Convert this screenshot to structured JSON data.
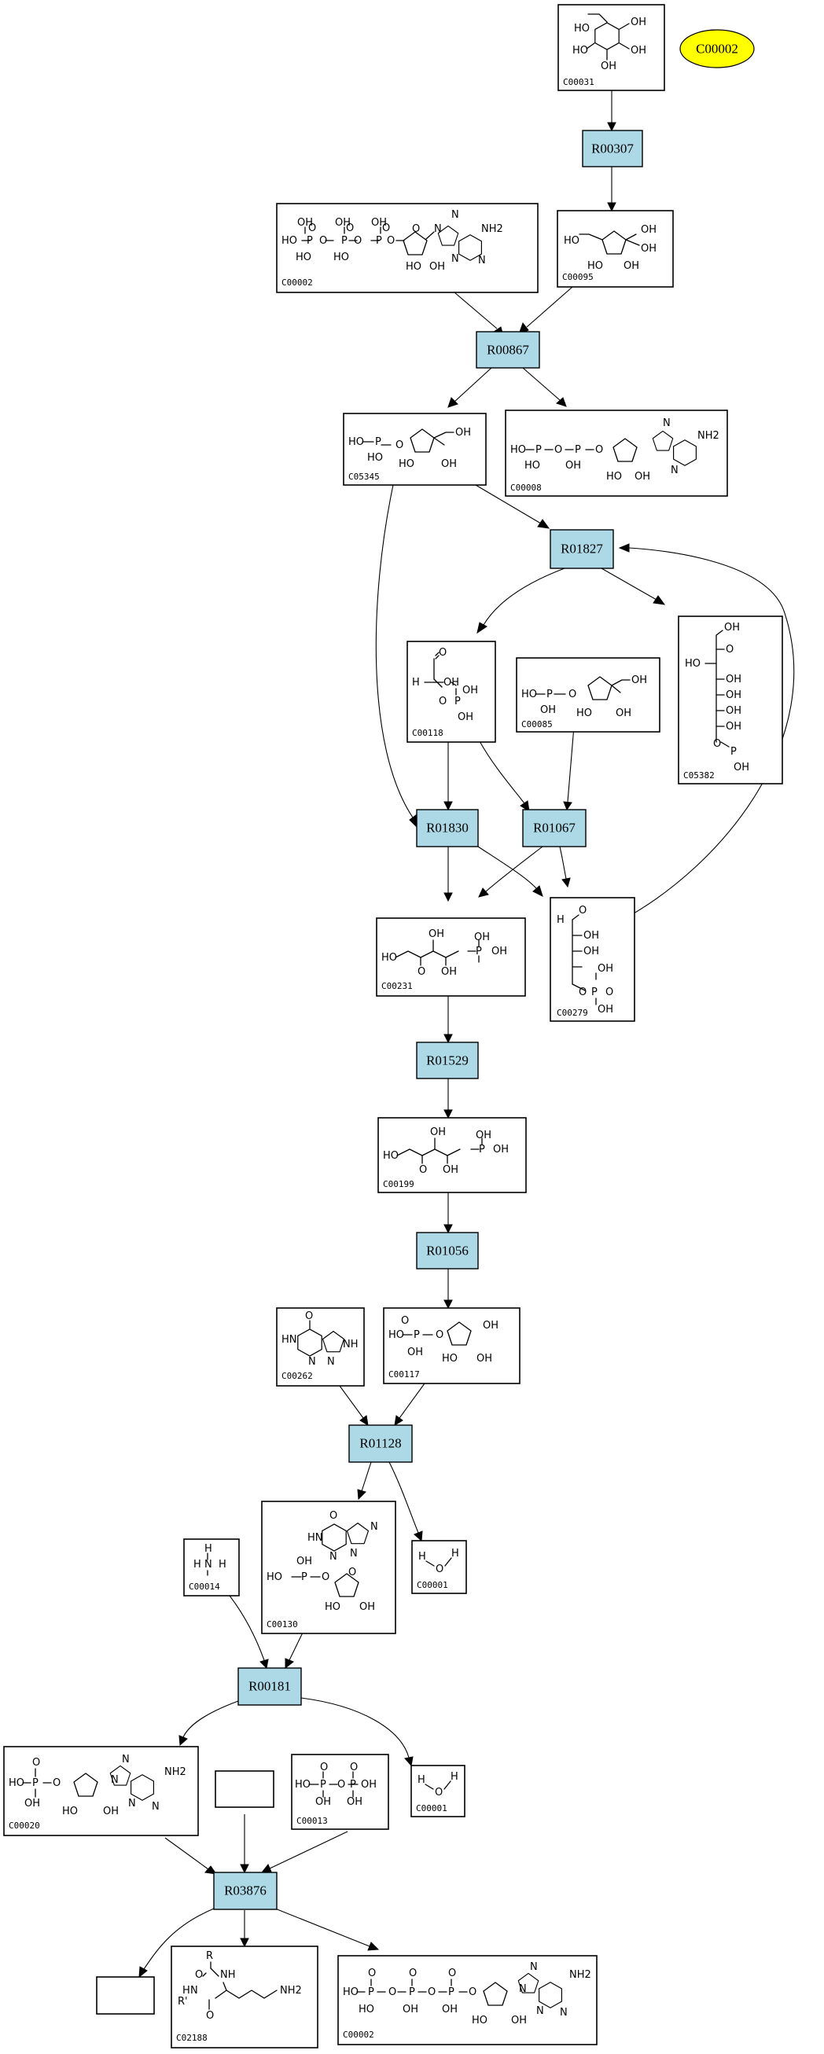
{
  "highlight": {
    "label": "C00002",
    "color": "#ffff00"
  },
  "reaction_color": "#add8e6",
  "reactions": [
    {
      "id": "R00307",
      "label": "R00307"
    },
    {
      "id": "R00867",
      "label": "R00867"
    },
    {
      "id": "R01827",
      "label": "R01827"
    },
    {
      "id": "R01830",
      "label": "R01830"
    },
    {
      "id": "R01067",
      "label": "R01067"
    },
    {
      "id": "R01529",
      "label": "R01529"
    },
    {
      "id": "R01056",
      "label": "R01056"
    },
    {
      "id": "R01128",
      "label": "R01128"
    },
    {
      "id": "R00181",
      "label": "R00181"
    },
    {
      "id": "R03876",
      "label": "R03876"
    }
  ],
  "compounds": [
    {
      "key": "c00031",
      "code": "C00031",
      "atoms": [
        "HO",
        "OH",
        "HO",
        "OH",
        "OH"
      ]
    },
    {
      "key": "c00002_top",
      "code": "C00002",
      "atoms": [
        "OH",
        "OH",
        "OH",
        "O",
        "O",
        "O",
        "P",
        "P",
        "P",
        "HO",
        "HO",
        "HO",
        "O",
        "O",
        "O",
        "O",
        "N",
        "N",
        "N",
        "N",
        "NH2",
        "HO",
        "OH"
      ]
    },
    {
      "key": "c00095",
      "code": "C00095",
      "atoms": [
        "HO",
        "OH",
        "OH",
        "HO",
        "OH"
      ]
    },
    {
      "key": "c05345",
      "code": "C05345",
      "atoms": [
        "HO",
        "P",
        "O",
        "HO",
        "OH",
        "HO",
        "OH"
      ]
    },
    {
      "key": "c00008",
      "code": "C00008",
      "atoms": [
        "HO",
        "P",
        "O",
        "P",
        "O",
        "HO",
        "OH",
        "N",
        "N",
        "NH2",
        "HO",
        "OH"
      ]
    },
    {
      "key": "c00118",
      "code": "C00118",
      "atoms": [
        "O",
        "H",
        "OH",
        "O",
        "P",
        "OH",
        "OH"
      ]
    },
    {
      "key": "c00085",
      "code": "C00085",
      "atoms": [
        "HO",
        "P",
        "O",
        "OH",
        "OH",
        "HO",
        "OH"
      ]
    },
    {
      "key": "c05382",
      "code": "C05382",
      "atoms": [
        "OH",
        "O",
        "HO",
        "OH",
        "OH",
        "OH",
        "OH",
        "O",
        "P",
        "OH"
      ]
    },
    {
      "key": "c00231",
      "code": "C00231",
      "atoms": [
        "OH",
        "HO",
        "O",
        "OH",
        "P",
        "OH",
        "OH"
      ]
    },
    {
      "key": "c00279",
      "code": "C00279",
      "atoms": [
        "O",
        "H",
        "OH",
        "OH",
        "OH",
        "OH",
        "O",
        "P",
        "O"
      ]
    },
    {
      "key": "c00199",
      "code": "C00199",
      "atoms": [
        "OH",
        "HO",
        "O",
        "OH",
        "OH",
        "P",
        "OH"
      ]
    },
    {
      "key": "c00262",
      "code": "C00262",
      "atoms": [
        "O",
        "HN",
        "N",
        "N",
        "NH"
      ]
    },
    {
      "key": "c00117",
      "code": "C00117",
      "atoms": [
        "O",
        "HO",
        "P",
        "O",
        "OH",
        "OH",
        "HO",
        "OH"
      ]
    },
    {
      "key": "c00130",
      "code": "C00130",
      "atoms": [
        "O",
        "N",
        "HN",
        "N",
        "N",
        "OH",
        "HO",
        "P",
        "O",
        "O",
        "HO",
        "OH"
      ]
    },
    {
      "key": "c00001_a",
      "code": "C00001",
      "atoms": [
        "H",
        "O",
        "H"
      ]
    },
    {
      "key": "c00014",
      "code": "C00014",
      "atoms": [
        "H",
        "N",
        "H",
        "H"
      ]
    },
    {
      "key": "c00020",
      "code": "C00020",
      "atoms": [
        "O",
        "HO",
        "P",
        "O",
        "OH",
        "N",
        "N",
        "NH2",
        "N",
        "N",
        "HO",
        "OH"
      ]
    },
    {
      "key": "c00013",
      "code": "C00013",
      "atoms": [
        "O",
        "O",
        "HO",
        "P",
        "O",
        "P",
        "OH",
        "OH",
        "OH"
      ]
    },
    {
      "key": "c00001_b",
      "code": "C00001",
      "atoms": [
        "H",
        "O",
        "H"
      ]
    },
    {
      "key": "c02188",
      "code": "C02188",
      "atoms": [
        "R",
        "O",
        "NH",
        "H",
        "N",
        "R'",
        "O",
        "NH2"
      ]
    },
    {
      "key": "c00002_bottom",
      "code": "C00002",
      "atoms": [
        "O",
        "O",
        "O",
        "HO",
        "P",
        "O",
        "P",
        "O",
        "P",
        "O",
        "HO",
        "OH",
        "OH",
        "N",
        "NH2",
        "N",
        "N",
        "N",
        "HO",
        "OH"
      ]
    }
  ]
}
